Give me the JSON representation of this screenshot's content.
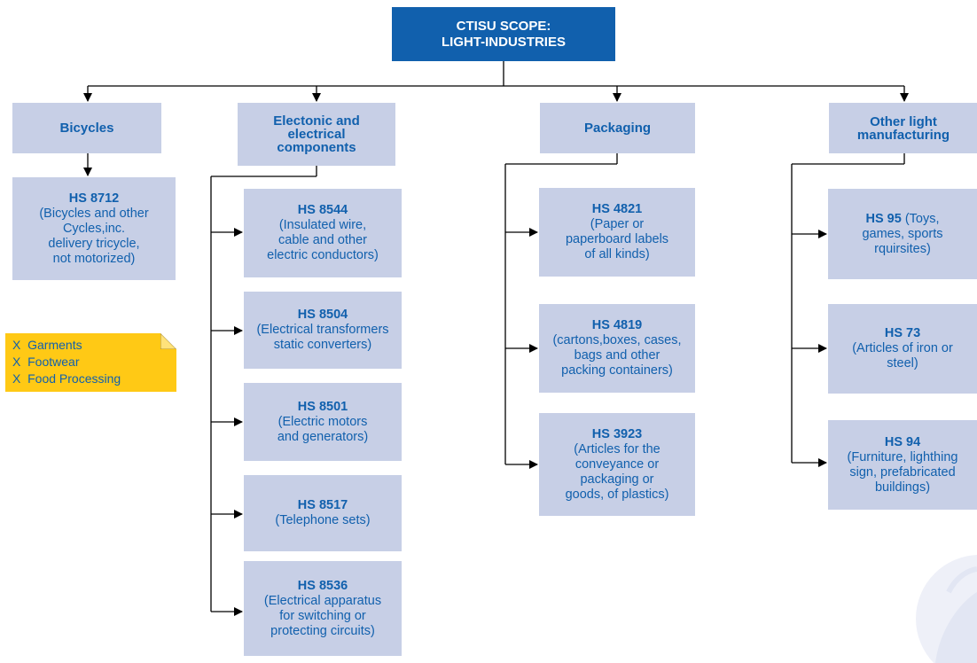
{
  "root": {
    "line1": "CTISU SCOPE:",
    "line2": "LIGHT-INDUSTRIES"
  },
  "categories": [
    {
      "label_lines": [
        "Bicycles"
      ],
      "items": [
        {
          "code": "HS 8712",
          "desc_lines": [
            "(Bicycles and other",
            "Cycles,inc.",
            "delivery tricycle,",
            "not motorized)"
          ]
        }
      ]
    },
    {
      "label_lines": [
        "Electonic and",
        "electrical",
        "components"
      ],
      "items": [
        {
          "code": "HS 8544",
          "desc_lines": [
            "(Insulated wire,",
            "cable and other",
            "electric conductors)"
          ]
        },
        {
          "code": "HS 8504",
          "desc_lines": [
            "(Electrical transformers",
            "static converters)"
          ]
        },
        {
          "code": "HS 8501",
          "desc_lines": [
            "(Electric motors",
            "and generators)"
          ]
        },
        {
          "code": "HS 8517",
          "desc_lines": [
            "(Telephone sets)"
          ]
        },
        {
          "code": "HS 8536",
          "desc_lines": [
            "(Electrical apparatus",
            "for switching or",
            "protecting circuits)"
          ]
        }
      ]
    },
    {
      "label_lines": [
        "Packaging"
      ],
      "items": [
        {
          "code": "HS 4821",
          "desc_lines": [
            "(Paper or",
            "paperboard labels",
            "of all kinds)"
          ]
        },
        {
          "code": "HS 4819",
          "desc_lines": [
            "(cartons,boxes, cases,",
            "bags and other",
            "packing containers)"
          ]
        },
        {
          "code": "HS 3923",
          "desc_lines": [
            "(Articles for the",
            "conveyance or",
            "packaging or",
            "goods, of plastics)"
          ]
        }
      ]
    },
    {
      "label_lines": [
        "Other light",
        "manufacturing"
      ],
      "items": [
        {
          "code": "HS 95",
          "desc_lines": [
            "(Toys,",
            "games, sports",
            "rquirsites)"
          ]
        },
        {
          "code": "HS 73",
          "desc_lines": [
            "(Articles of iron or",
            "steel)"
          ]
        },
        {
          "code": "HS 94",
          "desc_lines": [
            "(Furniture, lighthing",
            "sign, prefabricated",
            "buildings)"
          ]
        }
      ]
    }
  ],
  "excluded_note": {
    "mark": "X",
    "items": [
      "Garments",
      "Footwear",
      "Food Processing"
    ]
  },
  "colors": {
    "root_fill": "#1160ad",
    "box_fill": "#c7cfe6",
    "text": "#1160ad",
    "note_fill": "#ffc915",
    "connector": "#000000"
  }
}
